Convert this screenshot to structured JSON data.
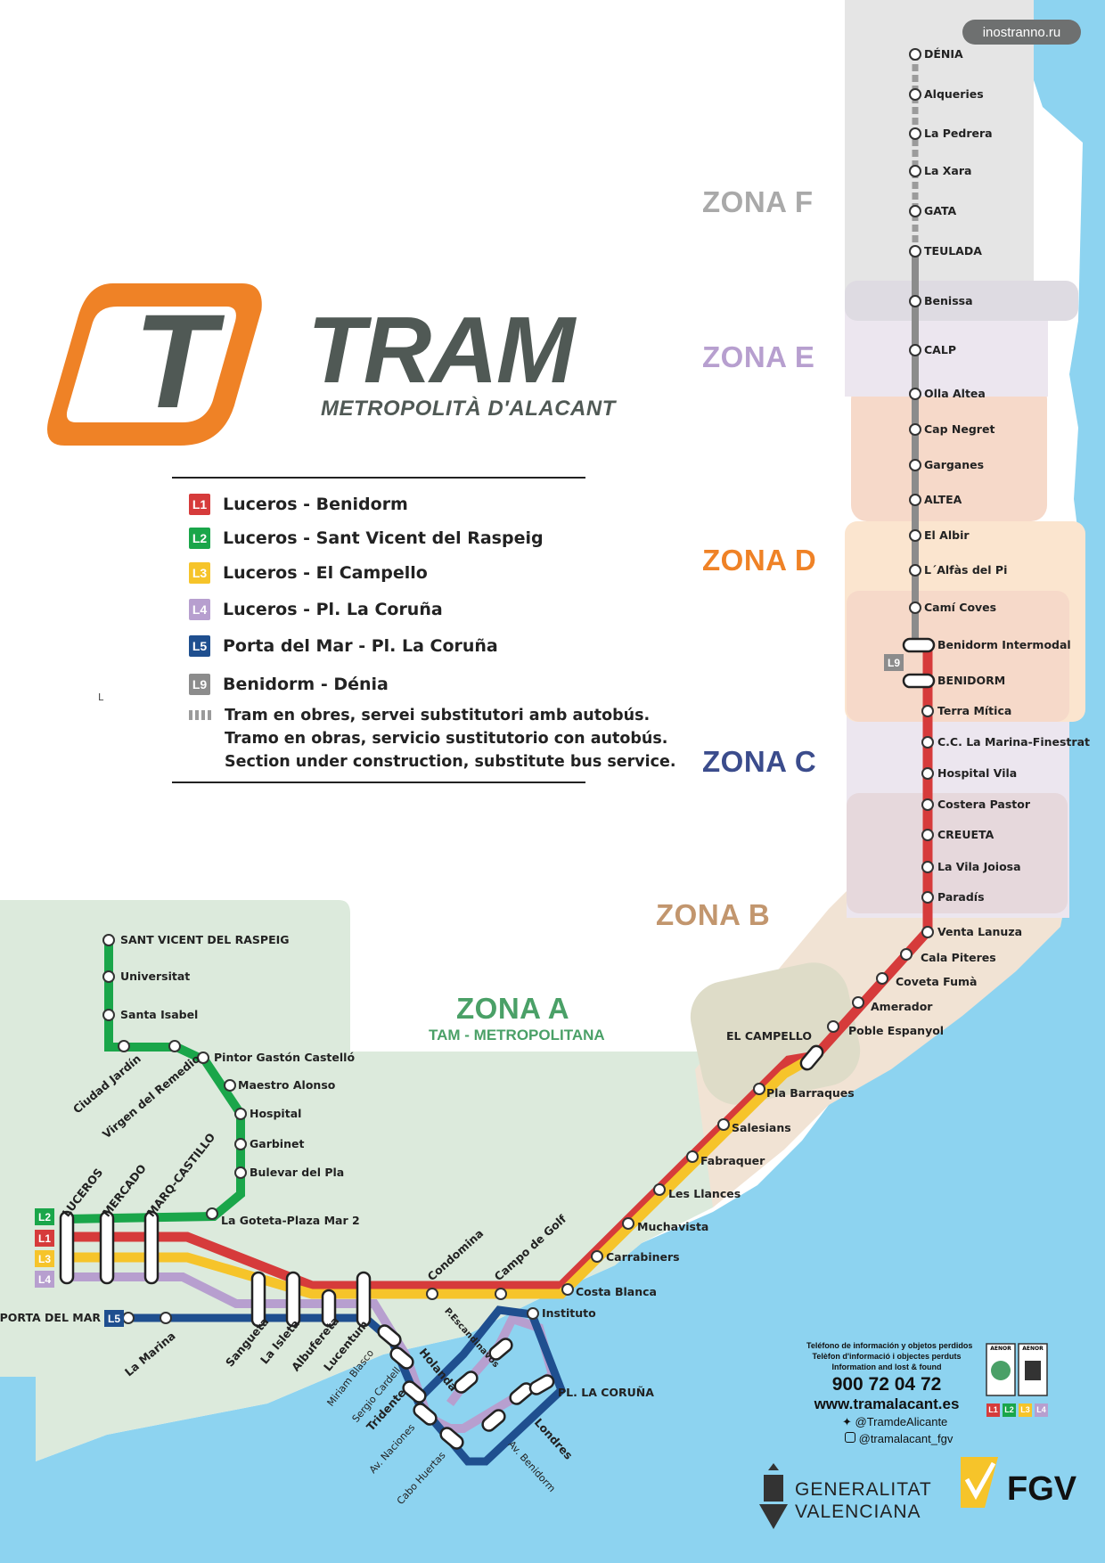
{
  "watermark": "inostranno.ru",
  "brand": {
    "logo_letter": "T",
    "name": "TRAM",
    "subtitle": "METROPOLITÀ D'ALACANT",
    "colors": {
      "orange": "#ef8226",
      "gray": "#505955"
    }
  },
  "lines": [
    {
      "code": "L1",
      "name": "Luceros - Benidorm",
      "color": "#d63b3b"
    },
    {
      "code": "L2",
      "name": "Luceros - Sant Vicent del Raspeig",
      "color": "#1aa64a"
    },
    {
      "code": "L3",
      "name": "Luceros - El Campello",
      "color": "#f6c42a"
    },
    {
      "code": "L4",
      "name": "Luceros - Pl. La Coruña",
      "color": "#b79fcf"
    },
    {
      "code": "L5",
      "name": "Porta del Mar - Pl. La Coruña",
      "color": "#1f4f8f"
    },
    {
      "code": "L9",
      "name": "Benidorm - Dénia",
      "color": "#8c8c8c"
    }
  ],
  "construction_note": [
    "Tram en obres, servei substitutori amb autobús.",
    "Tramo en obras, servicio sustitutorio con autobús.",
    "Section under construction, substitute bus service."
  ],
  "zones": [
    {
      "label": "ZONA F",
      "color": "#a9a9a9"
    },
    {
      "label": "ZONA E",
      "color": "#b79fcf"
    },
    {
      "label": "ZONA D",
      "color": "#ef8226"
    },
    {
      "label": "ZONA C",
      "color": "#3b4c8c"
    },
    {
      "label": "ZONA B",
      "color": "#c2966e"
    },
    {
      "label": "ZONA A",
      "color": "#4aa067"
    }
  ],
  "zone_a_sub": "TAM - METROPOLITANA",
  "stations": {
    "denia": "DÉNIA",
    "alqueries": "Alqueries",
    "pedrera": "La Pedrera",
    "xara": "La Xara",
    "gata": "GATA",
    "teulada": "TEULADA",
    "benissa": "Benissa",
    "calp": "CALP",
    "olla": "Olla Altea",
    "capnegret": "Cap Negret",
    "garganes": "Garganes",
    "altea": "ALTEA",
    "albir": "El Albir",
    "alfas": "L´Alfàs del Pi",
    "camicoves": "Camí Coves",
    "benintermodal": "Benidorm Intermodal",
    "benidorm": "BENIDORM",
    "terramitica": "Terra Mítica",
    "cclamarina": "C.C. La Marina-Finestrat",
    "hospvila": "Hospital Vila",
    "costera": "Costera Pastor",
    "creueta": "CREUETA",
    "vilajoiosa": "La Vila Joiosa",
    "paradis": "Paradís",
    "ventalanuza": "Venta Lanuza",
    "calapiteres": "Cala Piteres",
    "coveta": "Coveta Fumà",
    "amerador": "Amerador",
    "poble": "Poble Espanyol",
    "campello": "EL CAMPELLO",
    "plabarraques": "Pla Barraques",
    "salesians": "Salesians",
    "fabraquer": "Fabraquer",
    "llances": "Les Llances",
    "muchavista": "Muchavista",
    "carrabiners": "Carrabiners",
    "costablanca": "Costa Blanca",
    "campogolf": "Campo de Golf",
    "condomina": "Condomina",
    "instituto": "Instituto",
    "coruna": "PL. LA CORUÑA",
    "pescandinavos": "P.Escandinavos",
    "holanda": "Holanda",
    "londres": "Londres",
    "avbenidorm": "Av. Benidorm",
    "cabohuertas": "Cabo Huertas",
    "avnaciones": "Av. Naciones",
    "tridente": "Tridente",
    "sergio": "Sergio Cardell",
    "miriam": "Miriam Blasco",
    "lucentum": "Lucentum",
    "albufereta": "Albufereta",
    "isleta": "La Isleta",
    "sangueta": "Sangueta",
    "marina": "La Marina",
    "portamar": "PORTA DEL MAR",
    "luceros": "LUCEROS",
    "mercado": "MERCADO",
    "marq": "MARQ-CASTILLO",
    "goteta": "La Goteta-Plaza Mar 2",
    "bulevar": "Bulevar del Pla",
    "garbinet": "Garbinet",
    "hospital": "Hospital",
    "maestro": "Maestro Alonso",
    "pintor": "Pintor Gastón Castelló",
    "virgen": "Virgen del Remedio",
    "ciudadjardin": "Ciudad Jardín",
    "santaisabel": "Santa Isabel",
    "universitat": "Universitat",
    "santvicent": "SANT VICENT DEL RASPEIG"
  },
  "contact": {
    "info": [
      "Teléfono de información y objetos perdidos",
      "Telèfon d'informació i objectes perduts",
      "Information and lost & found"
    ],
    "phone": "900 72 04 72",
    "web": "www.tramalacant.es",
    "twitter": "@TramdeAlicante",
    "instagram": "@tramalacant_fgv"
  },
  "footer": {
    "gv_line1": "GENERALITAT",
    "gv_line2": "VALENCIANA",
    "fgv": "FGV",
    "aenor1": "AENOR",
    "aenor2": "AENOR"
  },
  "stray_mark": "L"
}
